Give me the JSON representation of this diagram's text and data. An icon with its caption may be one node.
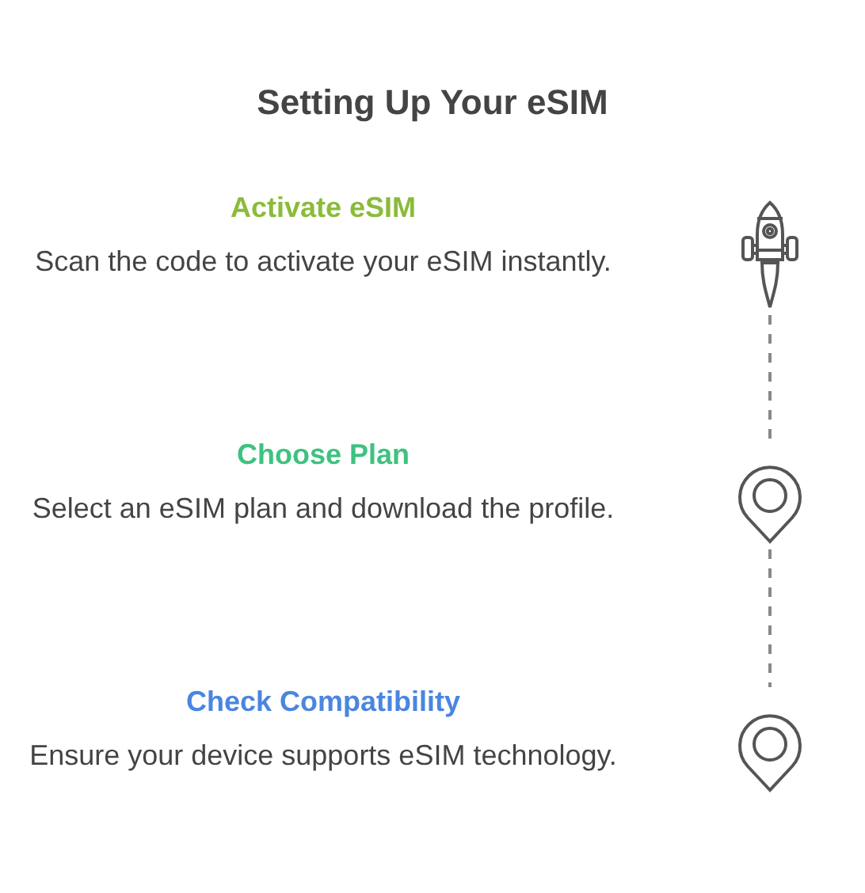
{
  "diagram": {
    "title": "Setting Up Your eSIM",
    "nodes": [
      {
        "text": [],
        "shape": "rocket"
      },
      {
        "text": [],
        "shape": "pin"
      },
      {
        "text": [],
        "shape": "pin"
      }
    ],
    "edges": [
      {
        "from": 0,
        "to": 1,
        "arrow": "none",
        "style": "dashed"
      },
      {
        "from": 1,
        "to": 2,
        "arrow": "none",
        "style": "dashed"
      }
    ],
    "labels": [
      "Activate eSIM",
      "Scan the code to activate your eSIM instantly.",
      "Choose Plan",
      "Select an eSIM plan and download the profile.",
      "Check Compatibility",
      "Ensure your device supports eSIM technology."
    ]
  }
}
